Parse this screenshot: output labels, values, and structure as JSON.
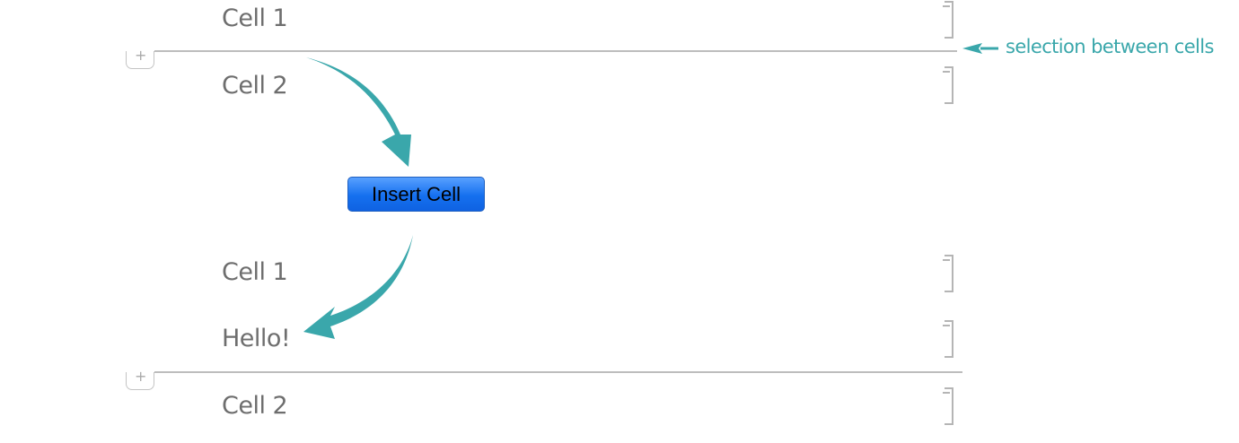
{
  "before": {
    "cells": [
      {
        "label": "Cell 1"
      },
      {
        "label": "Cell 2"
      }
    ]
  },
  "action": {
    "button_label": "Insert Cell"
  },
  "after": {
    "cells": [
      {
        "label": "Cell 1"
      },
      {
        "label": "Hello!"
      },
      {
        "label": "Cell 2"
      }
    ]
  },
  "annotation": {
    "text": "selection between cells"
  },
  "insert_tab_symbol": "+",
  "colors": {
    "accent": "#3aa7ab",
    "text": "#6e6e6e",
    "bracket": "#b5b5b5",
    "button": "#1570ef"
  }
}
